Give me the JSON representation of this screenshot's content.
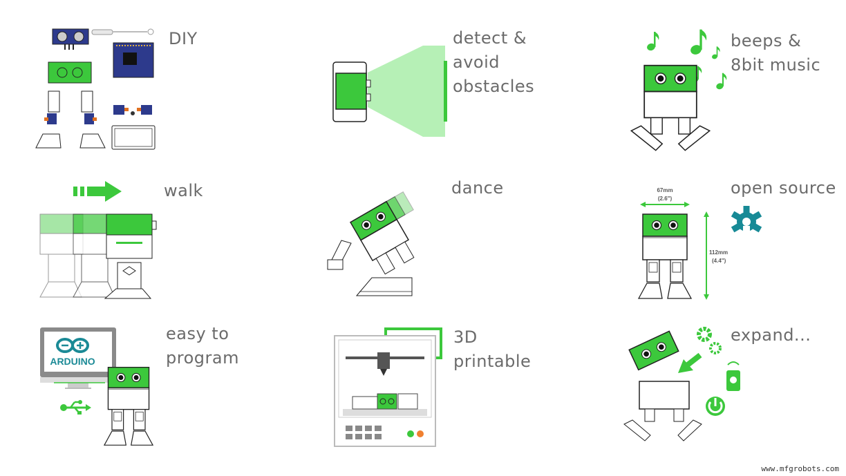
{
  "accent_color": "#3cc83c",
  "features": [
    {
      "id": "diy",
      "lines": [
        "DIY"
      ],
      "icon": "diy-parts-illustration"
    },
    {
      "id": "detect",
      "lines": [
        "detect &",
        "avoid",
        "obstacles"
      ],
      "icon": "ultrasonic-sensor-illustration"
    },
    {
      "id": "beeps",
      "lines": [
        "beeps &",
        "8bit music"
      ],
      "icon": "music-notes-illustration"
    },
    {
      "id": "walk",
      "lines": [
        "walk"
      ],
      "icon": "walking-robots-illustration"
    },
    {
      "id": "dance",
      "lines": [
        "dance"
      ],
      "icon": "dancing-robot-illustration"
    },
    {
      "id": "opensource",
      "lines": [
        "open source"
      ],
      "icon": "open-source-gear-icon"
    },
    {
      "id": "program",
      "lines": [
        "easy to",
        "program"
      ],
      "icon": "arduino-computer-illustration"
    },
    {
      "id": "printable",
      "lines": [
        "3D",
        "printable"
      ],
      "icon": "3d-printer-illustration"
    },
    {
      "id": "expand",
      "lines": [
        "expand..."
      ],
      "icon": "expansion-modules-illustration"
    }
  ],
  "dimensions": {
    "width_mm": "67mm",
    "width_in": "(2.6\")",
    "height_mm": "112mm",
    "height_in": "(4.4\")"
  },
  "arduino_label": "ARDUINO",
  "watermark": "www.mfgrobots.com"
}
